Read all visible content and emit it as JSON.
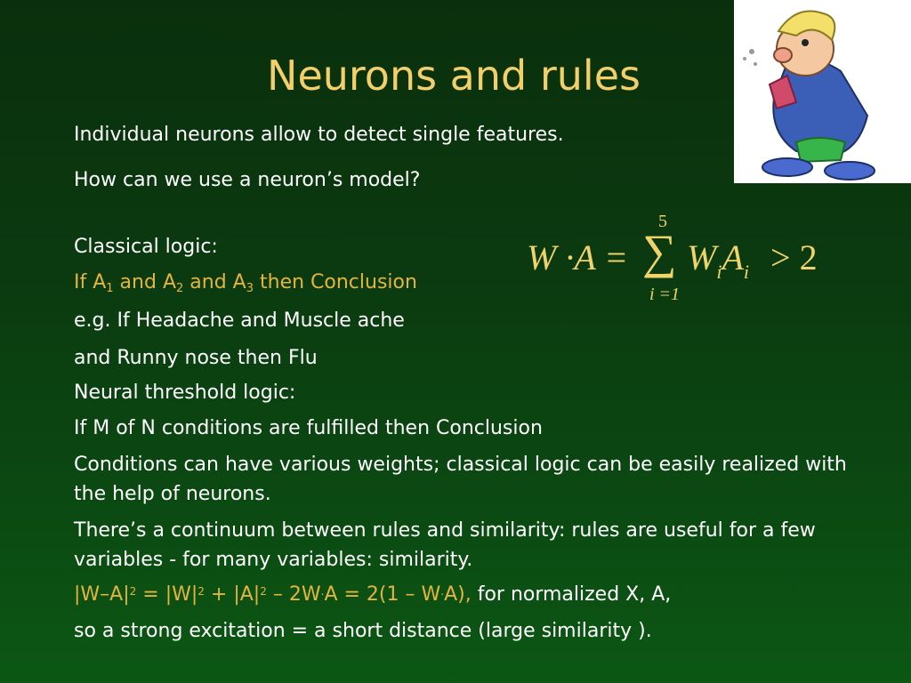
{
  "title": "Neurons and rules",
  "intro": {
    "line1": "Individual neurons allow to detect single features.",
    "line2": "How can we use a neuron’s model?"
  },
  "body": {
    "classical_logic": "Classical logic:",
    "rule_if": "If A",
    "rule_s1": "1",
    "rule_and1": " and A",
    "rule_s2": "2",
    "rule_and2": " and A",
    "rule_s3": "3",
    "rule_then": " then Conclusion",
    "example1": "e.g. If Headache and Muscle ache",
    "example2": "and Runny nose then Flu",
    "threshold": "Neural threshold logic:",
    "m_of_n": "If M of N conditions are fulfilled then Conclusion",
    "weights": "Conditions can have various weights; classical logic can be easily realized with the help of neurons.",
    "continuum": "There’s a continuum between rules and similarity: rules are useful for a few variables - for many variables: similarity.",
    "eq_a": "|W–A|",
    "eq_b": "2",
    "eq_c": " = |W|",
    "eq_d": "2",
    "eq_e": " + |A|",
    "eq_f": "2",
    "eq_g": " – 2W",
    "eq_h": ".",
    "eq_i": "A = 2(1 – W",
    "eq_j": ".",
    "eq_k": "A),",
    "eq_tail": " for normalized X, A,",
    "conclusion": "so a strong excitation = a short distance (large similarity )."
  },
  "formula": {
    "lhs": "W ·A =",
    "sigma": "∑",
    "upper": "5",
    "lower": "i =1",
    "term": "W",
    "sub_i1": "i",
    "term2": "A",
    "sub_i2": "i",
    "rhs": "> 2"
  },
  "colors": {
    "title": "#f2cf6a",
    "highlight": "#e4b43c",
    "background": "#0b4a12"
  }
}
